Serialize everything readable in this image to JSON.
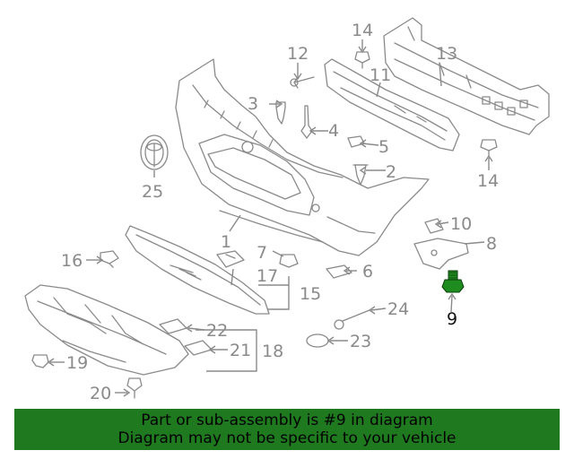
{
  "colors": {
    "parts": "#8a8a8a",
    "highlight_part": "#1e8c1e",
    "banner": "#1f7a1f"
  },
  "callouts": {
    "c1": "1",
    "c2": "2",
    "c3": "3",
    "c4": "4",
    "c5": "5",
    "c6": "6",
    "c7": "7",
    "c8": "8",
    "c9": "9",
    "c10": "10",
    "c11": "11",
    "c12": "12",
    "c13": "13",
    "c14a": "14",
    "c14b": "14",
    "c15": "15",
    "c16": "16",
    "c17": "17",
    "c18": "18",
    "c19": "19",
    "c20": "20",
    "c21": "21",
    "c22": "22",
    "c23": "23",
    "c24": "24",
    "c25": "25"
  },
  "banner": {
    "line1": "Part or sub-assembly is #9 in diagram",
    "line2": "Diagram may not be specific to your vehicle"
  }
}
